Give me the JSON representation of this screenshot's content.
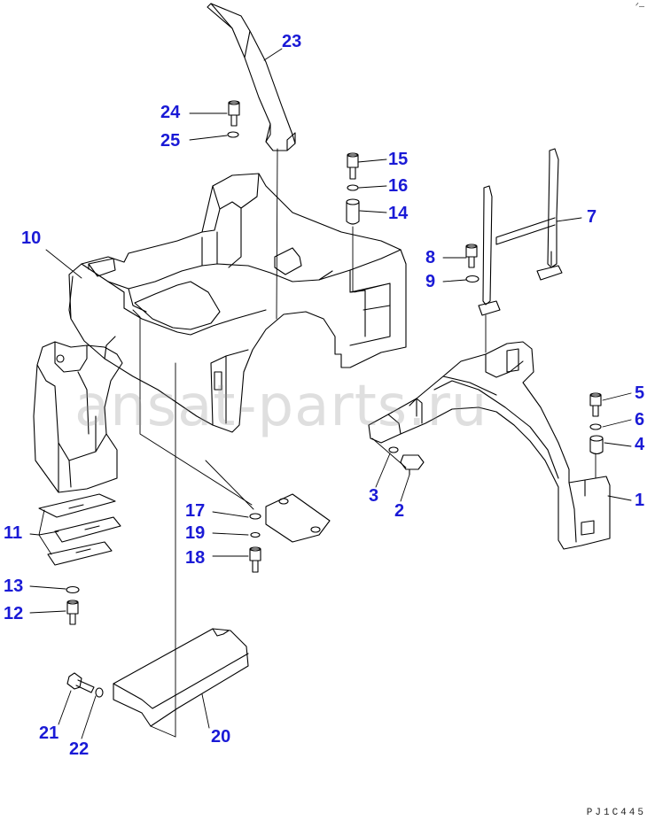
{
  "callouts": [
    {
      "id": "c1",
      "label": "1"
    },
    {
      "id": "c2",
      "label": "2"
    },
    {
      "id": "c3",
      "label": "3"
    },
    {
      "id": "c4",
      "label": "4"
    },
    {
      "id": "c5",
      "label": "5"
    },
    {
      "id": "c6",
      "label": "6"
    },
    {
      "id": "c7",
      "label": "7"
    },
    {
      "id": "c8",
      "label": "8"
    },
    {
      "id": "c9",
      "label": "9"
    },
    {
      "id": "c10",
      "label": "10"
    },
    {
      "id": "c11",
      "label": "11"
    },
    {
      "id": "c12",
      "label": "12"
    },
    {
      "id": "c13",
      "label": "13"
    },
    {
      "id": "c14",
      "label": "14"
    },
    {
      "id": "c15",
      "label": "15"
    },
    {
      "id": "c16",
      "label": "16"
    },
    {
      "id": "c17",
      "label": "17"
    },
    {
      "id": "c18",
      "label": "18"
    },
    {
      "id": "c19",
      "label": "19"
    },
    {
      "id": "c20",
      "label": "20"
    },
    {
      "id": "c21",
      "label": "21"
    },
    {
      "id": "c22",
      "label": "22"
    },
    {
      "id": "c23",
      "label": "23"
    },
    {
      "id": "c24",
      "label": "24"
    },
    {
      "id": "c25",
      "label": "25"
    }
  ],
  "watermark": "ansat-parts.ru",
  "reference_code": "PJ1C445",
  "corner_mark": "ᐟ—",
  "colors": {
    "callout": "#1a1ad6",
    "line": "#000000",
    "watermark": "#969696"
  }
}
